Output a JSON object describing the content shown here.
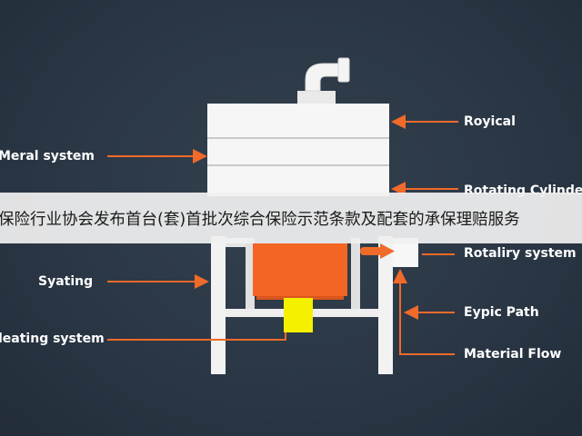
{
  "diagram": {
    "labels_left": {
      "mineral_system": "Meral system",
      "syating": "Syating",
      "heating_system": "leating system"
    },
    "labels_right": {
      "royical": "Royical",
      "rotating_cylinder": "Rotating Cylinder",
      "rotaliry_system": "Rotaliry system",
      "eypic_path": "Eypic Path",
      "material_flow": "Material Flow"
    },
    "colors": {
      "background": "#2b3846",
      "structure": "#f2f2f2",
      "arrow": "#f06a2a",
      "hopper": "#f26522",
      "heater": "#f5f000"
    }
  },
  "banner": {
    "text": "保险行业协会发布首台(套)首批次综合保险示范条款及配套的承保理赔服务"
  }
}
